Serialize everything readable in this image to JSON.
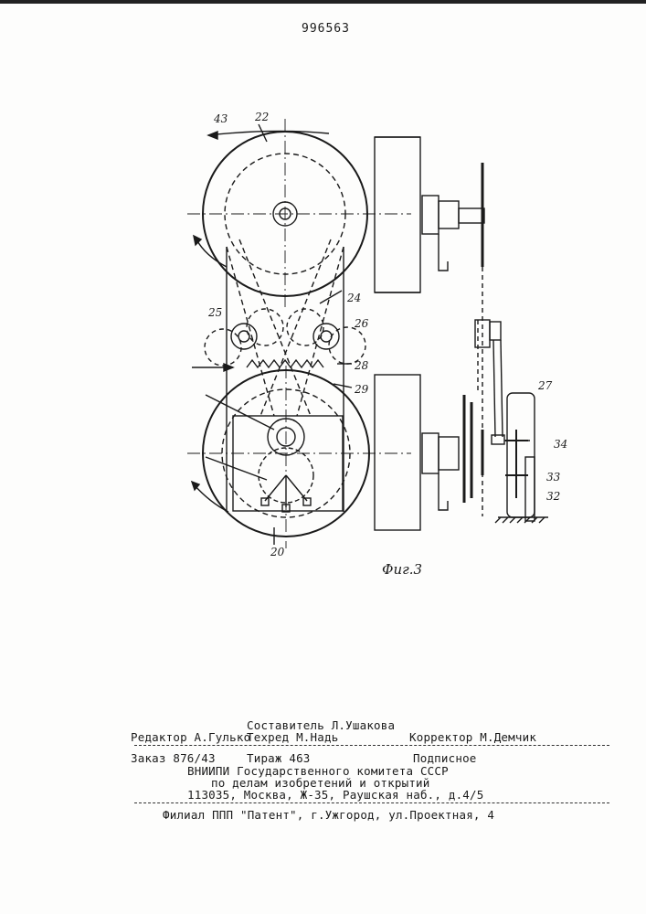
{
  "patent_number": "996563",
  "figure": {
    "caption": "Фиг.3",
    "labels": [
      "43",
      "22",
      "24",
      "25",
      "26",
      "28",
      "29",
      "27",
      "34",
      "33",
      "32",
      "20"
    ]
  },
  "footer": {
    "compiler": "Составитель Л.Ушакова",
    "editor": "Редактор А.Гулько",
    "techred": "Техред М.Надь",
    "corrector": "Корректор М.Демчик",
    "order": "Заказ 876/43",
    "circulation": "Тираж 463",
    "subscription": "Подписное",
    "institute_line1": "ВНИИПИ Государственного комитета СССР",
    "institute_line2": "по делам изобретений и открытий",
    "address": "113035, Москва, Ж-35, Раушская наб., д.4/5",
    "branch": "Филиал ППП \"Патент\", г.Ужгород, ул.Проектная, 4"
  }
}
